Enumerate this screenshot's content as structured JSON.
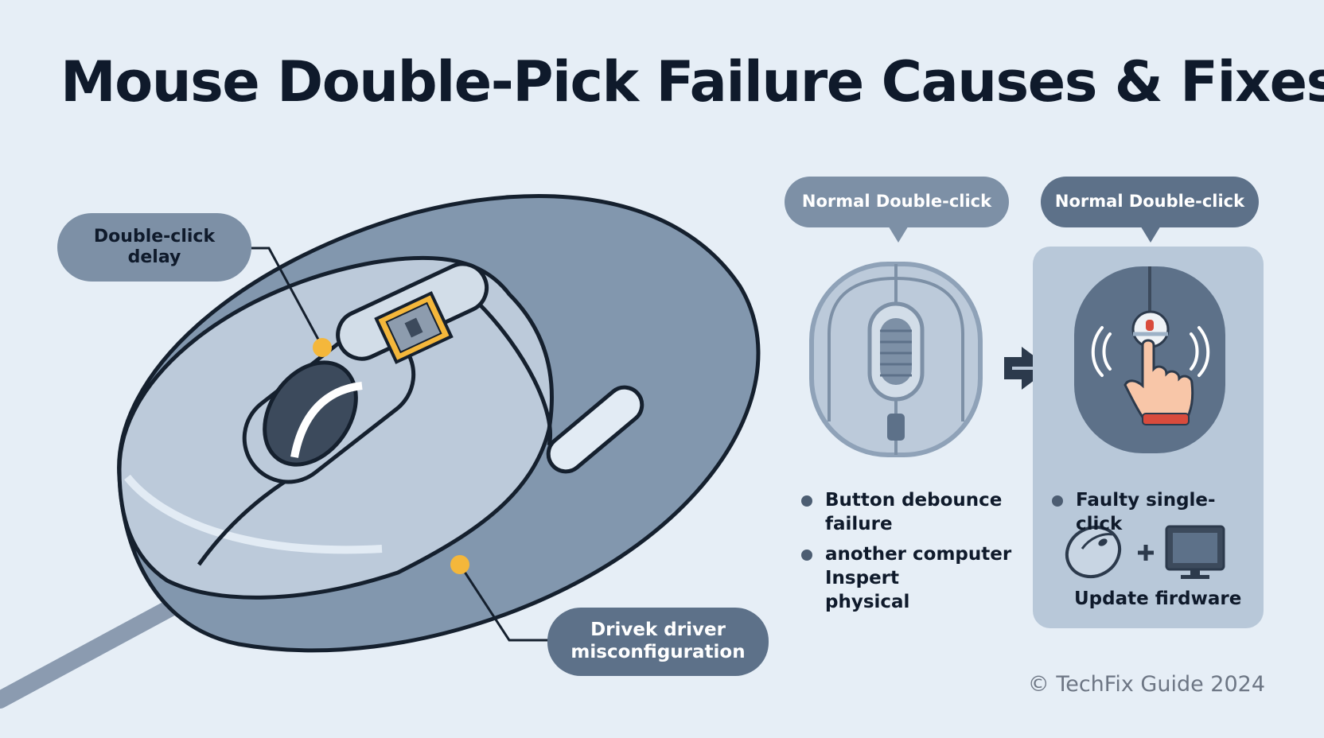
{
  "title": "Mouse Double-Pick Failure Causes & Fixes",
  "callouts": {
    "delay": [
      "Double-click",
      "delay"
    ],
    "driver": [
      "Drivek driver",
      "misconfiguration"
    ]
  },
  "panels": {
    "left_header": "Normal Double-click",
    "right_header": "Normal Double-click"
  },
  "causes": [
    [
      "Button debounce",
      "failure"
    ],
    [
      "another computer",
      "Inspert",
      "physical"
    ]
  ],
  "fault": "Faulty single-click",
  "fix": "Update firdware",
  "copyright": "© TechFix Guide 2024",
  "colors": {
    "background": "#e6eef6",
    "mouse_body": "#bccada",
    "mouse_shadow": "#8297ae",
    "accent_yellow": "#f4b73b",
    "pill_dark": "#5d7189"
  }
}
